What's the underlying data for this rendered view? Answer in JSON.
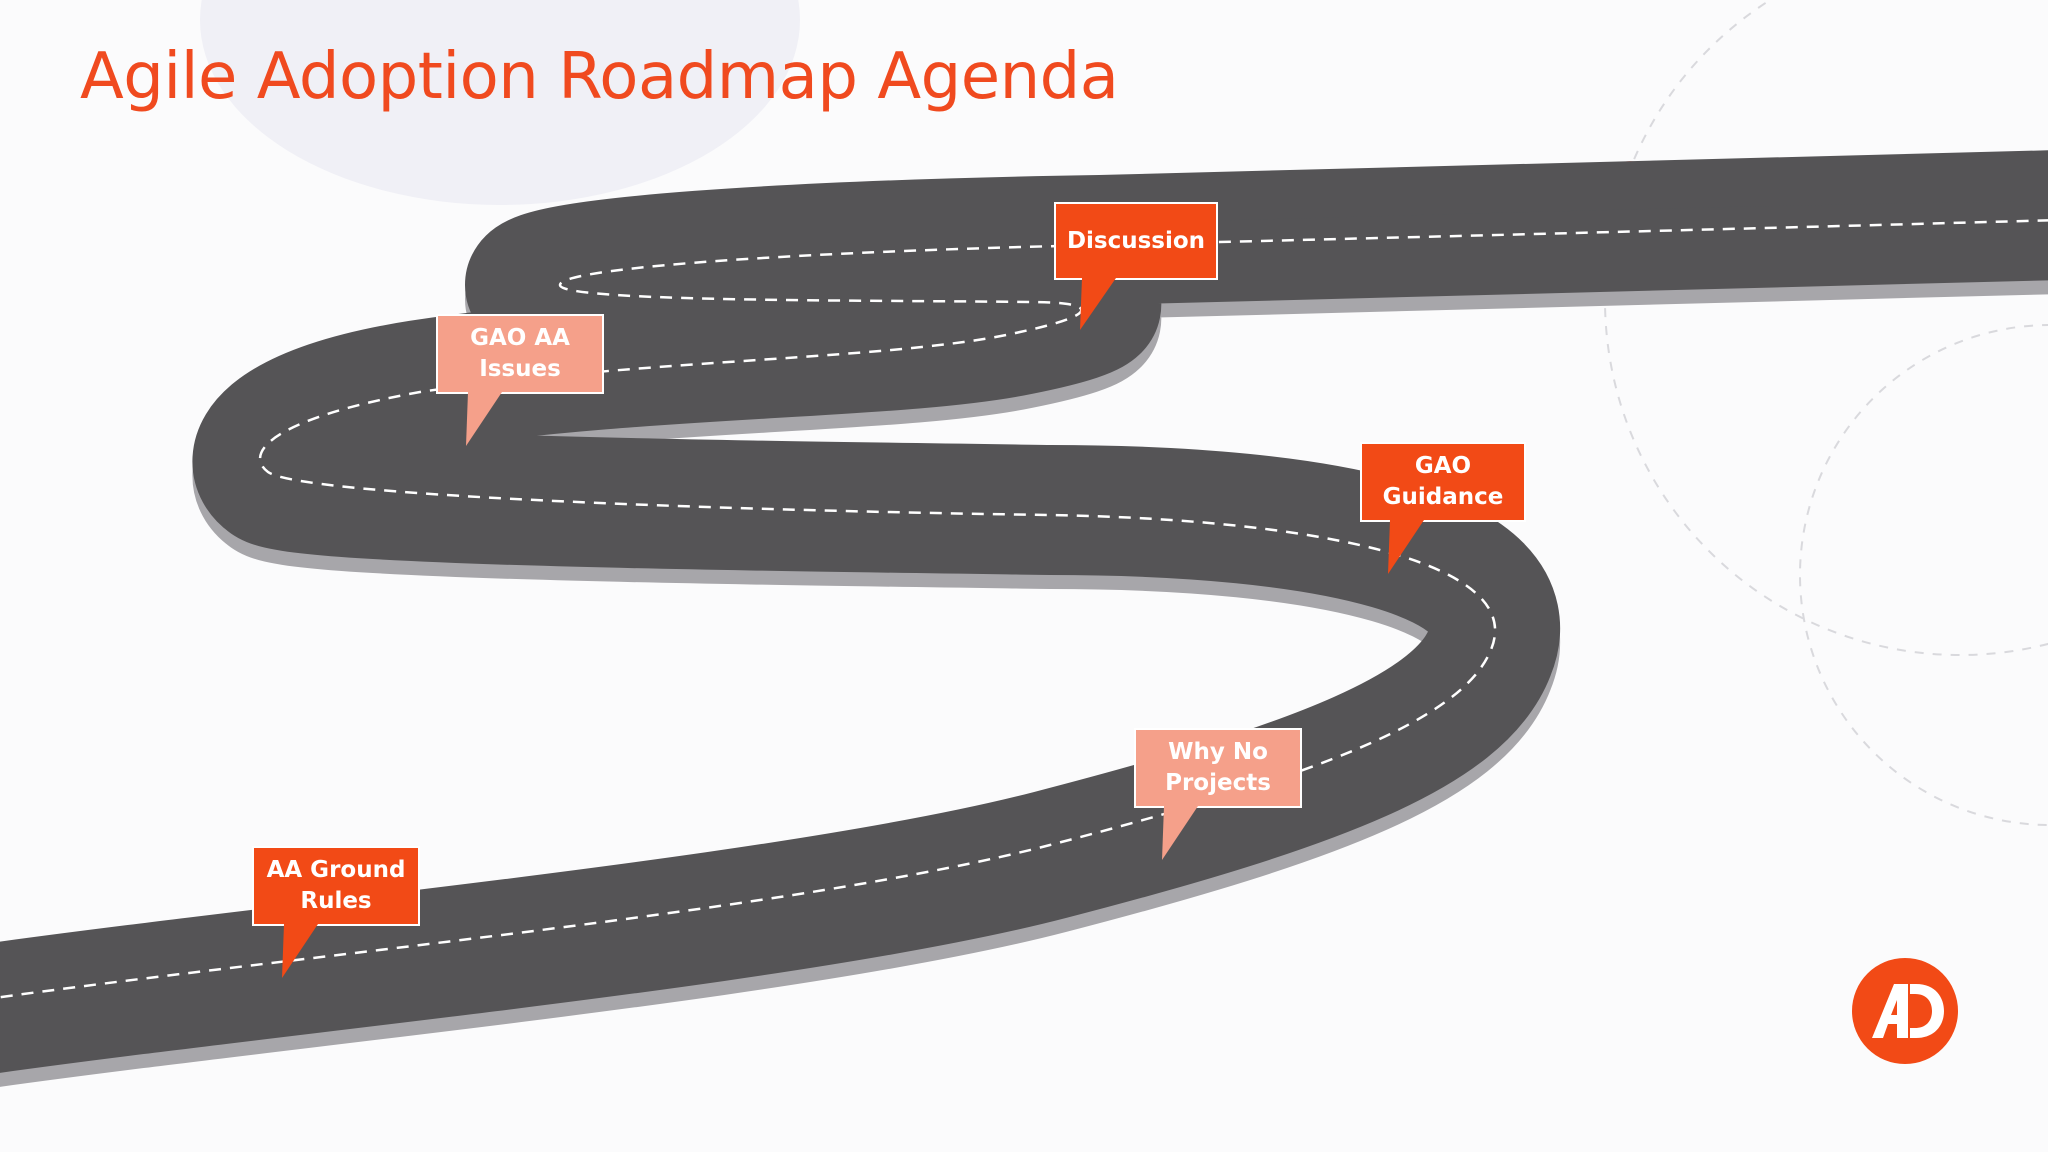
{
  "slide": {
    "title": "Agile Adoption Roadmap Agenda"
  },
  "colors": {
    "accent": "#f24a16",
    "accent_light": "#f5a08a",
    "road": "#555456",
    "road_edge": "#a7a6aa"
  },
  "milestones": [
    {
      "id": "discussion",
      "lines": [
        "Discussion"
      ],
      "style": "dark"
    },
    {
      "id": "gao-aa-issues",
      "lines": [
        "GAO AA",
        "Issues"
      ],
      "style": "light"
    },
    {
      "id": "gao-guidance",
      "lines": [
        "GAO",
        "Guidance"
      ],
      "style": "dark"
    },
    {
      "id": "why-no-projects",
      "lines": [
        "Why No",
        "Projects"
      ],
      "style": "light"
    },
    {
      "id": "aa-ground-rules",
      "lines": [
        "AA Ground",
        "Rules"
      ],
      "style": "dark"
    }
  ],
  "logo": {
    "icon": "ad-logo-icon"
  }
}
